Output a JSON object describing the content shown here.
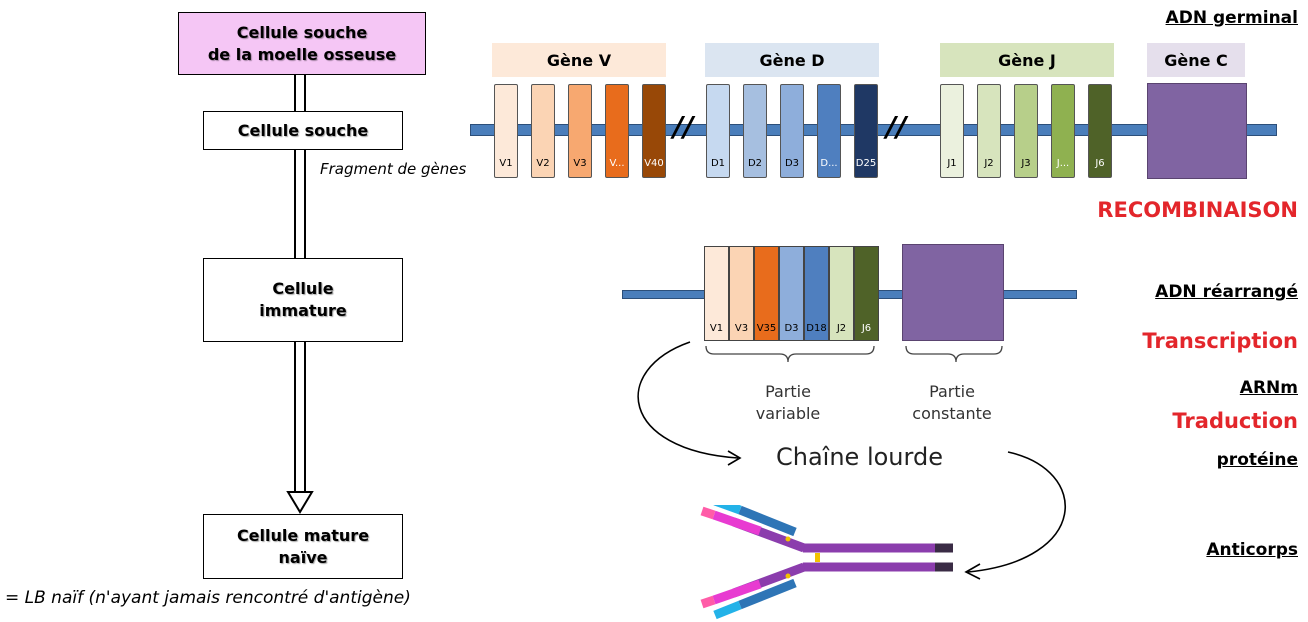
{
  "left": {
    "stem_bone_marrow": "Cellule souche\nde la moelle osseuse",
    "stem": "Cellule souche",
    "immature": "Cellule\nimmature",
    "mature": "Cellule mature\nnaïve",
    "note": "= LB naïf (n'ayant jamais rencontré d'antigène)"
  },
  "genes": {
    "headers": [
      "Gène V",
      "Gène D",
      "Gène J",
      "Gène C"
    ],
    "fragment_label": "Fragment de gènes",
    "v_fragments": [
      "V1",
      "V2",
      "V3",
      "V...",
      "V40"
    ],
    "d_fragments": [
      "D1",
      "D2",
      "D3",
      "D...",
      "D25"
    ],
    "j_fragments": [
      "J1",
      "J2",
      "J3",
      "J...",
      "J6"
    ],
    "slash": "//"
  },
  "rearranged": {
    "segments": [
      "V1",
      "V3",
      "V35",
      "D3",
      "D18",
      "J2",
      "J6"
    ],
    "variable_part": "Partie\nvariable",
    "constant_part": "Partie\nconstante",
    "heavy_chain": "Chaîne lourde"
  },
  "right": {
    "germline_dna": "ADN germinal",
    "recombination": "RECOMBINAISON",
    "rearranged_dna": "ADN réarrangé",
    "transcription": "Transcription",
    "mrna": "ARNm",
    "translation": "Traduction",
    "protein": "protéine",
    "antibody": "Anticorps"
  },
  "colors": {
    "v": [
      "#fde9d9",
      "#fbd4b4",
      "#f7a870",
      "#e86c1c",
      "#984807"
    ],
    "d": [
      "#c6d9f0",
      "#a6bfe0",
      "#8eaedb",
      "#4f7fbf",
      "#1f3864"
    ],
    "j": [
      "#ebf1de",
      "#d7e4bd",
      "#b7cf8a",
      "#8fb150",
      "#4f6228"
    ],
    "c": "#8064a2",
    "dna_line": "#4a7ebb",
    "red": "#e3262b"
  }
}
